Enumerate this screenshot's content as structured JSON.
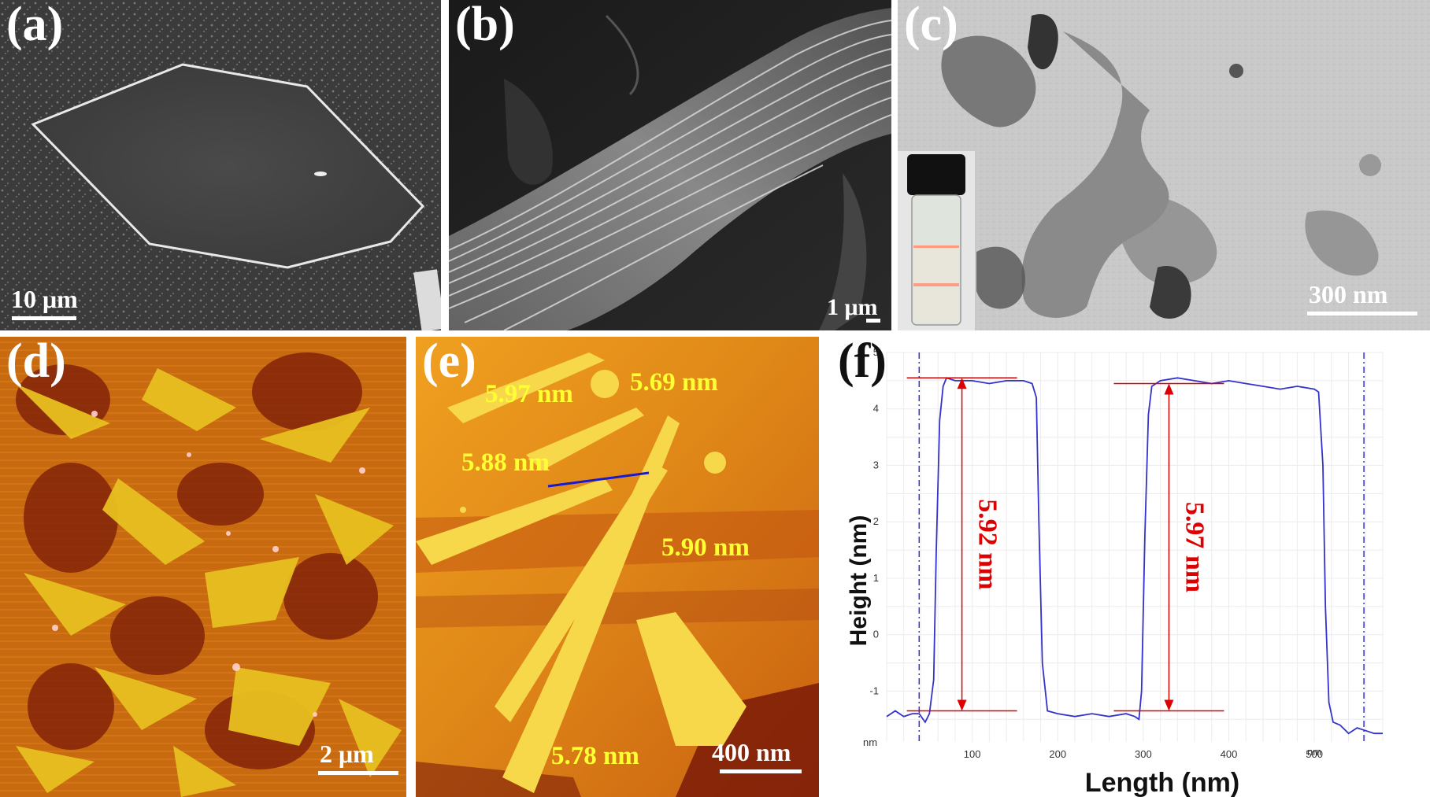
{
  "panels": {
    "a": {
      "label": "(a)",
      "scale_bar": "10 μm"
    },
    "b": {
      "label": "(b)",
      "scale_bar": "1 μm"
    },
    "c": {
      "label": "(c)",
      "scale_bar": "300 nm"
    },
    "d": {
      "label": "(d)",
      "scale_bar": "2 μm"
    },
    "e": {
      "label": "(e)",
      "scale_bar": "400 nm",
      "height_labels": [
        "5.97 nm",
        "5.69 nm",
        "5.88 nm",
        "5.90 nm",
        "5.78 nm"
      ]
    },
    "f": {
      "label": "(f)"
    }
  },
  "colors": {
    "profile_line": "#3333cc",
    "annotation": "#dd0000",
    "height_label": "#ffff33",
    "line_marker": "#1a1acc"
  },
  "chart_data": {
    "type": "line",
    "xlabel": "Length (nm)",
    "ylabel": "Height (nm)",
    "x_unit_label": "nm",
    "y_unit_label": "nm",
    "xlim": [
      0,
      580
    ],
    "ylim": [
      -1.9,
      5
    ],
    "x_ticks": [
      100,
      200,
      300,
      400,
      500
    ],
    "y_ticks": [
      -1,
      0,
      1,
      2,
      3,
      4,
      5
    ],
    "grid": true,
    "series": [
      {
        "x": [
          0,
          10,
          20,
          30,
          38,
          45,
          50,
          55,
          58,
          62,
          66,
          70,
          80,
          100,
          120,
          140,
          160,
          170,
          175,
          178,
          182,
          188,
          200,
          220,
          240,
          260,
          280,
          290,
          295,
          298,
          302,
          306,
          310,
          320,
          340,
          360,
          380,
          400,
          420,
          440,
          460,
          480,
          500,
          505,
          510,
          513,
          517,
          522,
          530,
          540,
          550,
          560,
          570,
          580
        ],
        "y": [
          -1.45,
          -1.35,
          -1.45,
          -1.4,
          -1.4,
          -1.55,
          -1.4,
          -0.8,
          1.5,
          3.8,
          4.4,
          4.55,
          4.5,
          4.5,
          4.45,
          4.5,
          4.5,
          4.45,
          4.2,
          2.0,
          -0.5,
          -1.35,
          -1.4,
          -1.45,
          -1.4,
          -1.45,
          -1.4,
          -1.45,
          -1.5,
          -1.0,
          1.8,
          3.9,
          4.4,
          4.5,
          4.55,
          4.5,
          4.45,
          4.5,
          4.45,
          4.4,
          4.35,
          4.4,
          4.35,
          4.3,
          3.0,
          0.5,
          -1.2,
          -1.55,
          -1.6,
          -1.75,
          -1.65,
          -1.7,
          -1.75,
          -1.75
        ]
      }
    ],
    "reference_lines": {
      "vertical_x": [
        38,
        558
      ]
    },
    "annotations": [
      {
        "text": "5.92 nm",
        "x": 88,
        "y_top": 4.55,
        "y_bottom": -1.35
      },
      {
        "text": "5.97 nm",
        "x": 330,
        "y_top": 4.45,
        "y_bottom": -1.35
      }
    ]
  }
}
